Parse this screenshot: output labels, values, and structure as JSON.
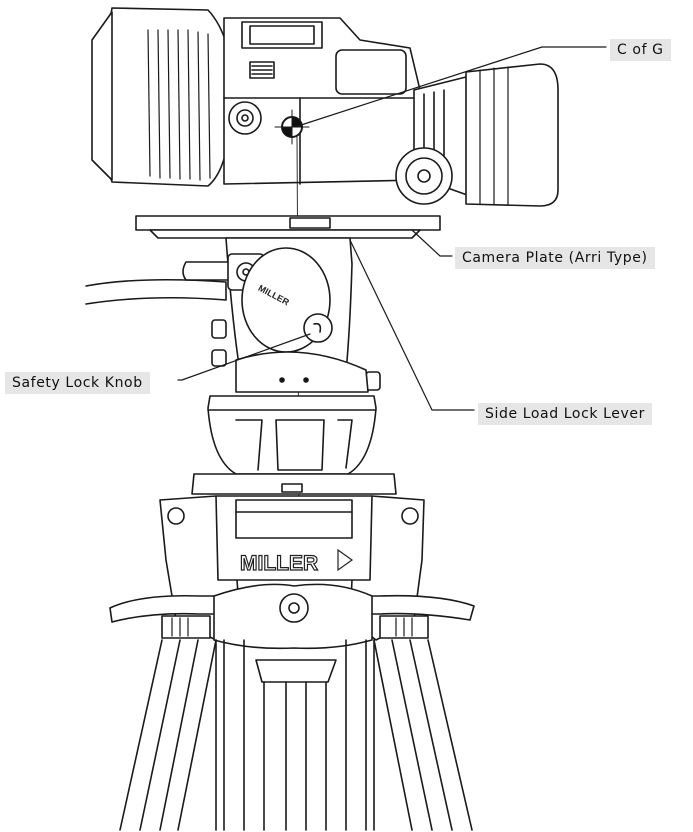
{
  "labels": {
    "c_of_g": "C of G",
    "camera_plate": "Camera Plate (Arri Type)",
    "safety_lock_knob": "Safety Lock Knob",
    "side_load_lock_lever": "Side Load Lock Lever"
  },
  "brand": {
    "head_logo": "MILLER",
    "spreader_logo": "MILLER"
  }
}
